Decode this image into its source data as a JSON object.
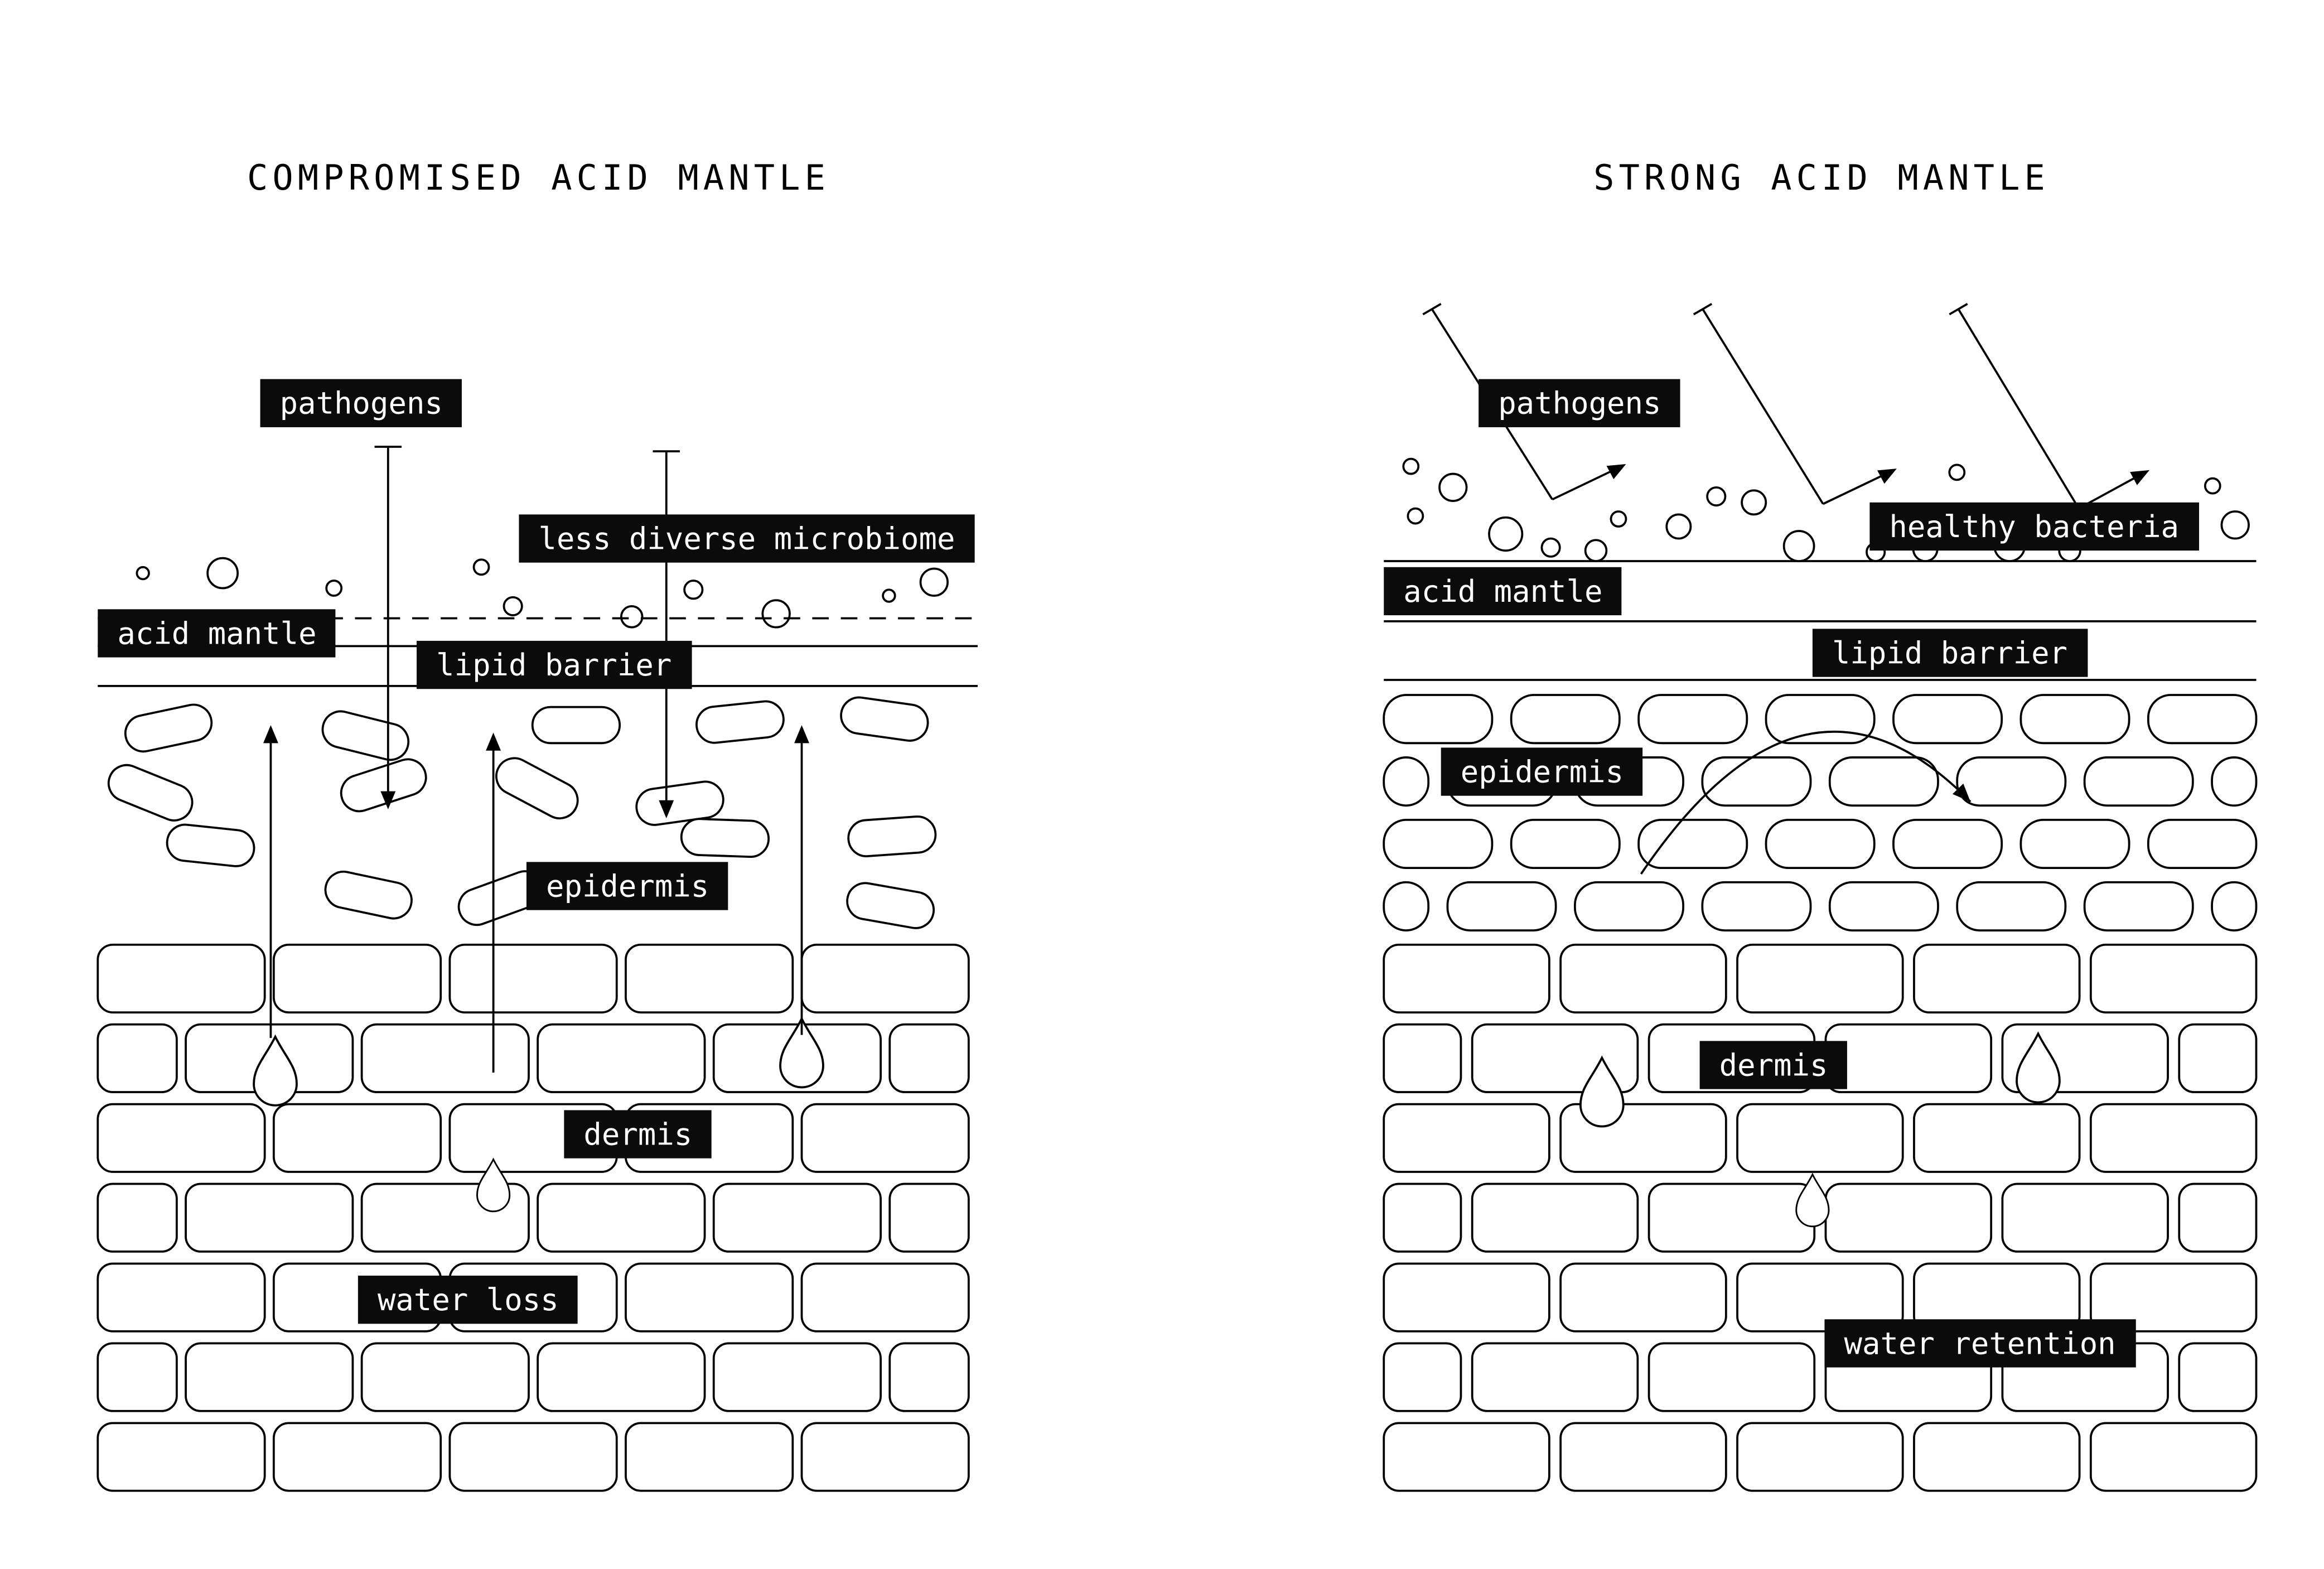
{
  "colors": {
    "background": "#ffffff",
    "label_bg": "#0b0b0b",
    "label_text": "#ffffff",
    "line": "#000000"
  },
  "left_panel": {
    "title": "COMPROMISED ACID MANTLE",
    "labels": {
      "pathogens": "pathogens",
      "microbiome": "less diverse microbiome",
      "acid_mantle": "acid mantle",
      "lipid_barrier": "lipid barrier",
      "epidermis": "epidermis",
      "dermis": "dermis",
      "water": "water loss"
    }
  },
  "right_panel": {
    "title": "STRONG ACID MANTLE",
    "labels": {
      "pathogens": "pathogens",
      "healthy_bacteria": "healthy bacteria",
      "acid_mantle": "acid mantle",
      "lipid_barrier": "lipid barrier",
      "epidermis": "epidermis",
      "dermis": "dermis",
      "water": "water retention"
    }
  }
}
